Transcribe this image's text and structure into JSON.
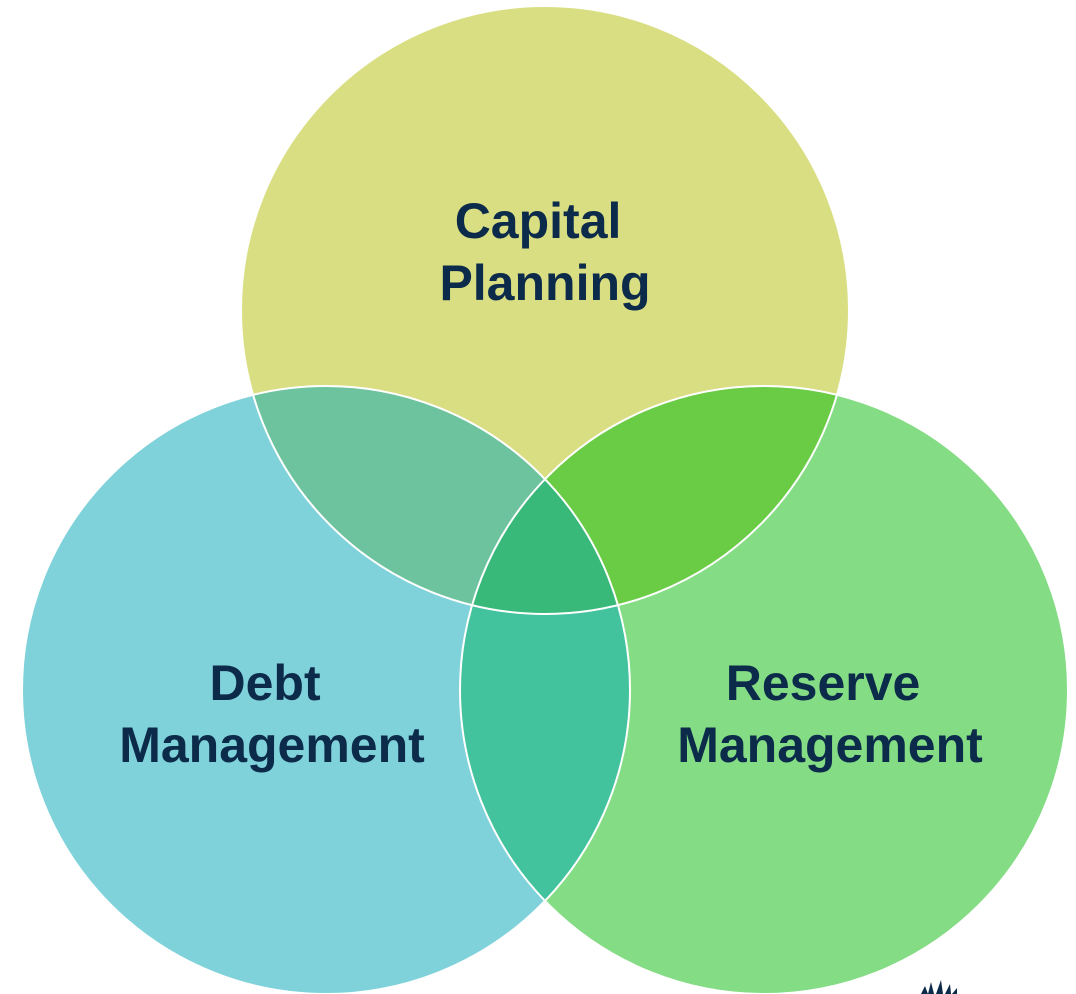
{
  "diagram": {
    "circles": {
      "capital": {
        "label_lines": [
          "Capital",
          "Planning"
        ],
        "color": "#D8DE81"
      },
      "debt": {
        "label_lines": [
          "Debt",
          "Management"
        ],
        "color": "#80D2DA"
      },
      "reserve": {
        "label_lines": [
          "Reserve",
          "Management"
        ],
        "color": "#84DC84"
      }
    },
    "overlaps": {
      "capital_debt": "#6DC39E",
      "capital_reserve": "#6ACB45",
      "debt_reserve": "#42C39E",
      "center": "#38B97A"
    },
    "outline_color": "#FFFFFF",
    "text_color": "#0C2A4A"
  }
}
